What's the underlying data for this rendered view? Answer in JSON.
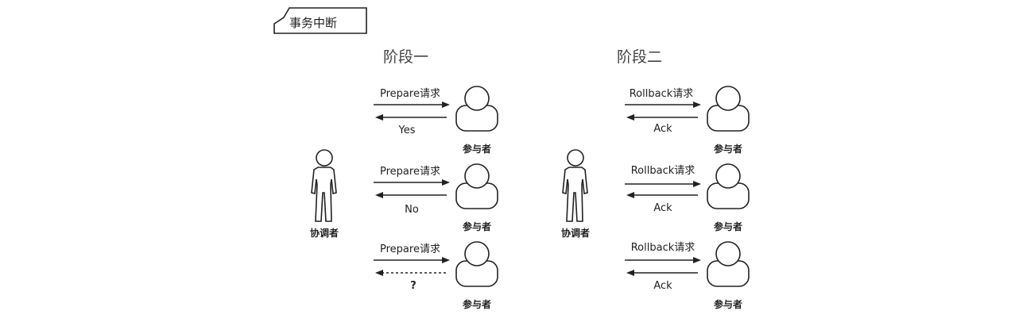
{
  "diagram": {
    "title": "事务中断",
    "phases": [
      {
        "label": "阶段一",
        "coordinator_label": "协调者",
        "exchanges": [
          {
            "request": "Prepare请求",
            "response": "Yes",
            "response_style": "solid",
            "participant_label": "参与者"
          },
          {
            "request": "Prepare请求",
            "response": "No",
            "response_style": "solid",
            "participant_label": "参与者"
          },
          {
            "request": "Prepare请求",
            "response": "?",
            "response_style": "dashed",
            "participant_label": "参与者"
          }
        ]
      },
      {
        "label": "阶段二",
        "coordinator_label": "协调者",
        "exchanges": [
          {
            "request": "Rollback请求",
            "response": "Ack",
            "response_style": "solid",
            "participant_label": "参与者"
          },
          {
            "request": "Rollback请求",
            "response": "Ack",
            "response_style": "solid",
            "participant_label": "参与者"
          },
          {
            "request": "Rollback请求",
            "response": "Ack",
            "response_style": "solid",
            "participant_label": "参与者"
          }
        ]
      }
    ]
  }
}
